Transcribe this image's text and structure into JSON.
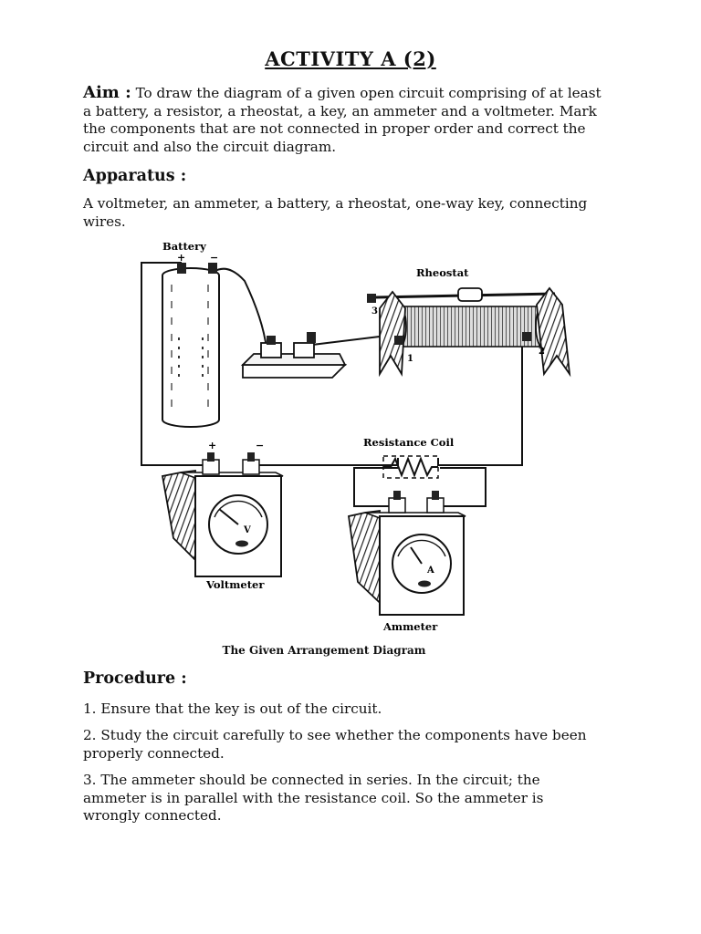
{
  "title": "ACTIVITY  A (2)",
  "aim": {
    "label": "Aim :",
    "text": " To draw the diagram of a given open circuit comprising of at least a battery, a resistor, a rheostat, a key, an ammeter and a voltmeter. Mark the components that are not connected in proper order and correct the circuit and also the circuit diagram."
  },
  "apparatus": {
    "heading": "Apparatus :",
    "text": "A voltmeter, an ammeter, a battery, a rheostat, one-way key, connecting wires."
  },
  "diagram": {
    "labels": {
      "battery": "Battery",
      "rheostat": "Rheostat",
      "resistance_coil": "Resistance Coil",
      "voltmeter": "Voltmeter",
      "ammeter": "Ammeter",
      "plus": "+",
      "minus": "−",
      "terminal_1": "1",
      "terminal_2": "2",
      "terminal_3": "3",
      "v_symbol": "V",
      "a_symbol": "A"
    },
    "caption": "The Given Arrangement Diagram"
  },
  "procedure": {
    "heading": "Procedure :",
    "steps": [
      "1. Ensure that the key is out of the circuit.",
      "2. Study the circuit carefully to see whether the components have been properly connected.",
      "3. The ammeter should be connected in series. In the circuit; the ammeter is in parallel with the resistance coil. So the ammeter is wrongly connected."
    ]
  }
}
